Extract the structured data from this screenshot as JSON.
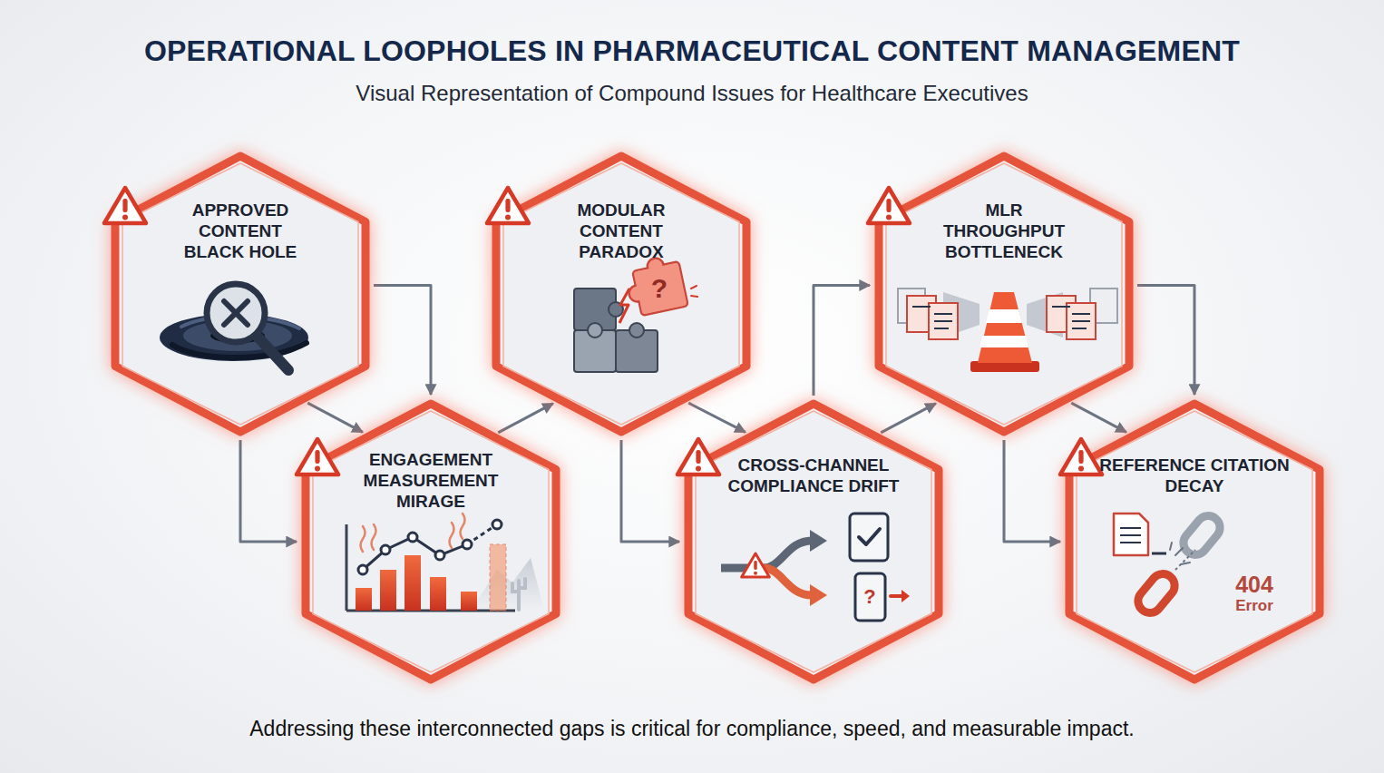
{
  "diagram": {
    "title": "OPERATIONAL LOOPHOLES IN PHARMACEUTICAL CONTENT MANAGEMENT",
    "caption": "Addressing these interconnected gaps is critical for compliance, speed, and measurable impact.",
    "nodes": [
      {
        "text": [
          "APPROVED CONTENT BLACK HOLE"
        ]
      },
      {
        "text": [
          "ENGAGEMENT MEASUREMENT MIRAGE"
        ]
      },
      {
        "text": [
          "MODULAR CONTENT PARADOX"
        ]
      },
      {
        "text": [
          "CROSS-CHANNEL COMPLIANCE DRIFT"
        ]
      },
      {
        "text": [
          "MLR THROUGHPUT BOTTLENECK"
        ]
      },
      {
        "text": [
          "REFERENCE CITATION DECAY"
        ]
      }
    ],
    "edges": [
      {
        "from": 0,
        "to": 1,
        "arrow": "to"
      },
      {
        "from": 0,
        "to": 1,
        "arrow": "to"
      },
      {
        "from": 0,
        "to": 1,
        "arrow": "to"
      },
      {
        "from": 1,
        "to": 2,
        "arrow": "to"
      },
      {
        "from": 2,
        "to": 3,
        "arrow": "to"
      },
      {
        "from": 2,
        "to": 3,
        "arrow": "to"
      },
      {
        "from": 3,
        "to": 4,
        "arrow": "to"
      },
      {
        "from": 3,
        "to": 4,
        "arrow": "to"
      },
      {
        "from": 4,
        "to": 5,
        "arrow": "to"
      },
      {
        "from": 4,
        "to": 5,
        "arrow": "to"
      },
      {
        "from": 4,
        "to": 5,
        "arrow": "to"
      }
    ],
    "labels": [
      "Visual Representation of Compound Issues for Healthcare Executives",
      "?",
      "?",
      "404",
      "Error"
    ]
  }
}
